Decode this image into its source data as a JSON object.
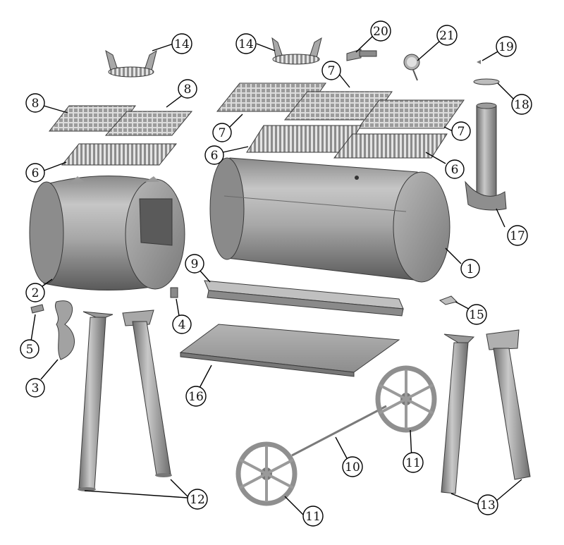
{
  "diagram": {
    "callouts": [
      {
        "id": "c1",
        "text": "1"
      },
      {
        "id": "c2",
        "text": "2"
      },
      {
        "id": "c3",
        "text": "3"
      },
      {
        "id": "c4",
        "text": "4"
      },
      {
        "id": "c5",
        "text": "5"
      },
      {
        "id": "c6a",
        "text": "6"
      },
      {
        "id": "c6b",
        "text": "6"
      },
      {
        "id": "c6c",
        "text": "6"
      },
      {
        "id": "c7a",
        "text": "7"
      },
      {
        "id": "c7b",
        "text": "7"
      },
      {
        "id": "c7c",
        "text": "7"
      },
      {
        "id": "c8a",
        "text": "8"
      },
      {
        "id": "c8b",
        "text": "8"
      },
      {
        "id": "c9",
        "text": "9"
      },
      {
        "id": "c10",
        "text": "10"
      },
      {
        "id": "c11a",
        "text": "11"
      },
      {
        "id": "c11b",
        "text": "11"
      },
      {
        "id": "c12",
        "text": "12"
      },
      {
        "id": "c13",
        "text": "13"
      },
      {
        "id": "c14a",
        "text": "14"
      },
      {
        "id": "c14b",
        "text": "14"
      },
      {
        "id": "c15",
        "text": "15"
      },
      {
        "id": "c16",
        "text": "16"
      },
      {
        "id": "c17",
        "text": "17"
      },
      {
        "id": "c18",
        "text": "18"
      },
      {
        "id": "c19",
        "text": "19"
      },
      {
        "id": "c20",
        "text": "20"
      },
      {
        "id": "c21",
        "text": "21"
      }
    ]
  },
  "colors": {
    "metal_light": "#c9c9c9",
    "metal_mid": "#9a9a9a",
    "metal_dark": "#5f5f5f",
    "line": "#000000"
  }
}
